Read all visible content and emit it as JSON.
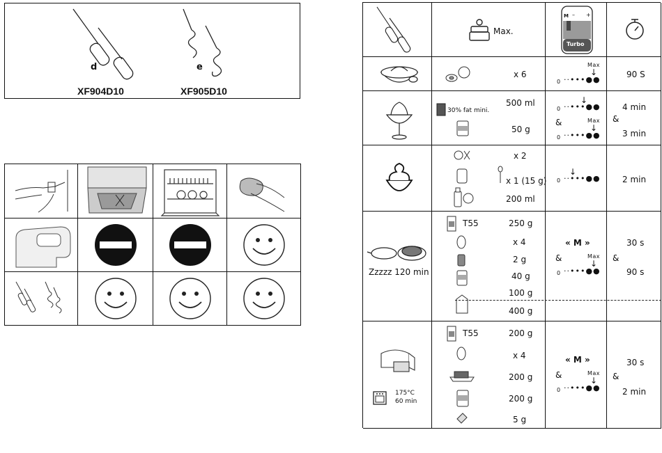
{
  "accessories": {
    "items": [
      {
        "letter": "d",
        "model": "XF904D10"
      },
      {
        "letter": "e",
        "model": "XF905D10"
      }
    ]
  },
  "recipes": {
    "header": {
      "max_label": "Max.",
      "turbo_label": "Turbo",
      "dial_marks": [
        "M",
        "–",
        "+"
      ]
    },
    "speed": {
      "max_label": "Max",
      "zero": "0"
    },
    "rows": [
      {
        "qty": [
          "x 6"
        ],
        "speed_label": "",
        "time": [
          "90 S"
        ]
      },
      {
        "qty": [
          "500 ml",
          "50 g"
        ],
        "note": "30% fat mini.",
        "amp": "&",
        "time": [
          "4 min",
          "3 min"
        ]
      },
      {
        "qty": [
          "x 2",
          "x 1 (15 g)",
          "200 ml"
        ],
        "time": [
          "2 min"
        ]
      },
      {
        "qty": [
          "T55",
          "250 g",
          "x 4",
          "2 g",
          "40 g",
          "100 g",
          "400 g"
        ],
        "rest": "Zzzzz 120 min",
        "mode": "« M »",
        "amp": "&",
        "time": [
          "30 s",
          "90 s"
        ]
      },
      {
        "qty": [
          "T55",
          "200 g",
          "x 4",
          "200 g",
          "200 g",
          "5 g"
        ],
        "oven": [
          "175°C",
          "60 min"
        ],
        "mode": "« M »",
        "amp": "&",
        "time": [
          "30 s",
          "2 min"
        ]
      }
    ]
  }
}
